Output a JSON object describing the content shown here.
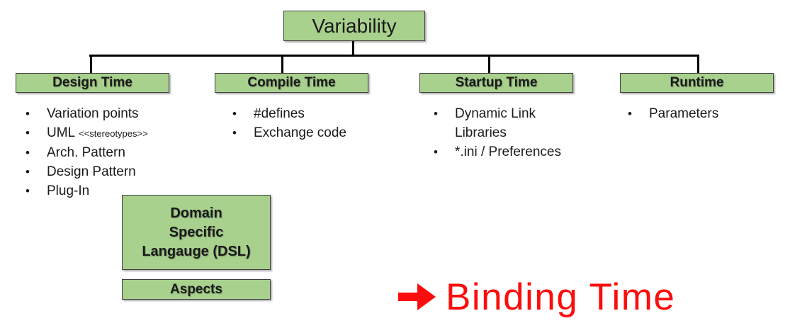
{
  "root": {
    "title": "Variability"
  },
  "glyphs": {
    "bullet": "•"
  },
  "columns": [
    {
      "label": "Design Time",
      "items": [
        "Variation points",
        {
          "text": "UML",
          "suffix": "<<stereotypes>>"
        },
        "Arch. Pattern",
        "Design Pattern",
        "Plug-In"
      ]
    },
    {
      "label": "Compile Time",
      "items": [
        "#defines",
        "Exchange code"
      ]
    },
    {
      "label": "Startup Time",
      "items": [
        "Dynamic Link Libraries",
        "*.ini / Preferences"
      ]
    },
    {
      "label": "Runtime",
      "items": [
        "Parameters"
      ]
    }
  ],
  "extra_boxes": {
    "dsl": {
      "lines": [
        "Domain",
        "Specific",
        "Langauge (DSL)"
      ]
    },
    "aspects": {
      "label": "Aspects"
    }
  },
  "annotation": {
    "icon": "right-arrow",
    "text": "Binding Time"
  },
  "colors": {
    "box_fill": "#a9d18e",
    "box_border": "#404040",
    "connector": "#000000",
    "accent_red": "#fb0d0d",
    "text": "#1a1a1a",
    "background": "#ffffff"
  }
}
